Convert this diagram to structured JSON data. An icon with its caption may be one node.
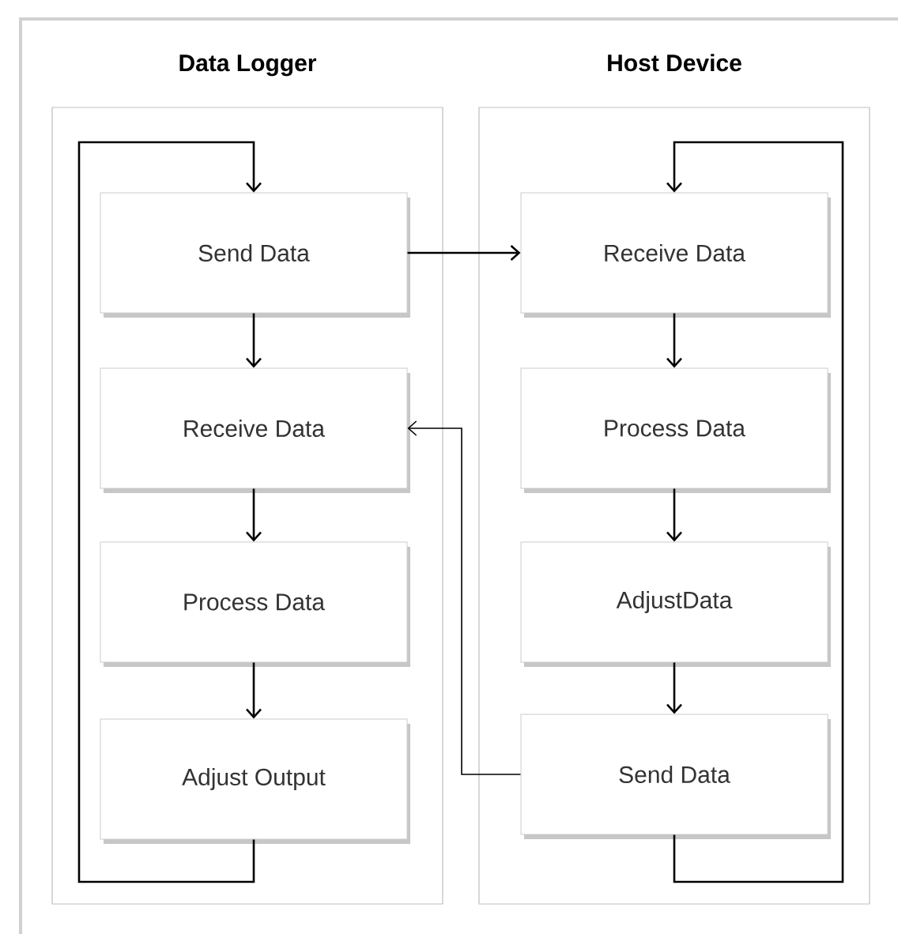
{
  "diagram": {
    "nodes": [
      {
        "text": [
          "Data Logger"
        ]
      },
      {
        "text": [
          "Send Data"
        ],
        "in": 0
      },
      {
        "text": [
          "Receive Data"
        ],
        "in": 0
      },
      {
        "text": [
          "Process Data"
        ],
        "in": 0
      },
      {
        "text": [
          "Adjust Output"
        ],
        "in": 0
      },
      {
        "text": [
          "Host Device"
        ]
      },
      {
        "text": [
          "Receive Data"
        ],
        "in": 5
      },
      {
        "text": [
          "Process Data"
        ],
        "in": 5
      },
      {
        "text": [
          "AdjustData"
        ],
        "in": 5
      },
      {
        "text": [
          "Send Data"
        ],
        "in": 5
      }
    ],
    "edges": [
      {
        "from": 1,
        "to": 2,
        "arrow": "to"
      },
      {
        "from": 2,
        "to": 3,
        "arrow": "to"
      },
      {
        "from": 3,
        "to": 4,
        "arrow": "to"
      },
      {
        "from": 4,
        "to": 1,
        "arrow": "to"
      },
      {
        "from": 1,
        "to": 6,
        "arrow": "to"
      },
      {
        "from": 6,
        "to": 7,
        "arrow": "to"
      },
      {
        "from": 7,
        "to": 8,
        "arrow": "to"
      },
      {
        "from": 8,
        "to": 9,
        "arrow": "to"
      },
      {
        "from": 9,
        "to": 6,
        "arrow": "to"
      },
      {
        "from": 9,
        "to": 2,
        "arrow": "to"
      }
    ]
  }
}
